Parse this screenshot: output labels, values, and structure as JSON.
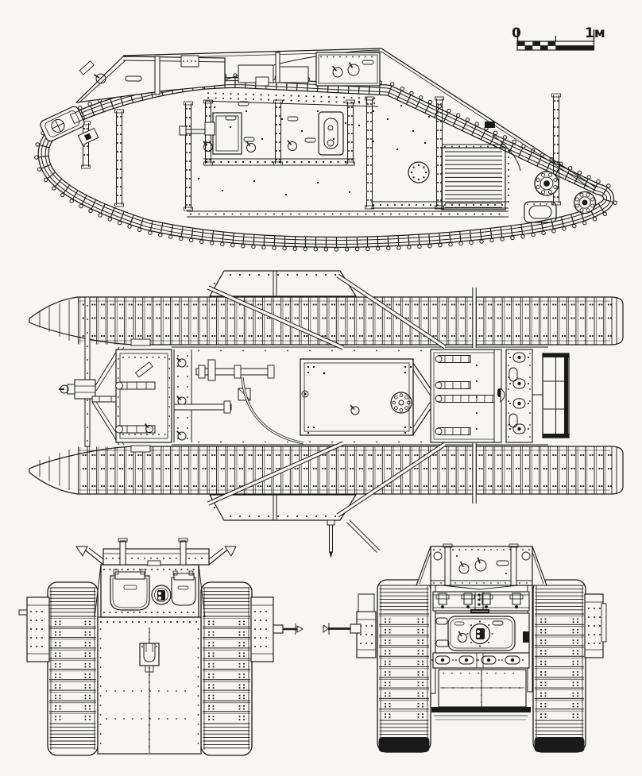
{
  "figure": {
    "kind": "scanned technical blueprint line drawing",
    "subject": "WWI rhomboid heavy tank in four orthographic views: side elevation, top plan, front view, rear view",
    "paper_color": "#f7f6f2",
    "ink_color": "#1a1a1a"
  },
  "scale_bar": {
    "label_left": "0",
    "label_right": "1м",
    "checker_rows": 2,
    "checker_columns": 5
  },
  "views": {
    "side": "side-elevation",
    "plan": "top-plan",
    "front": "front-elevation",
    "rear": "rear-elevation"
  }
}
